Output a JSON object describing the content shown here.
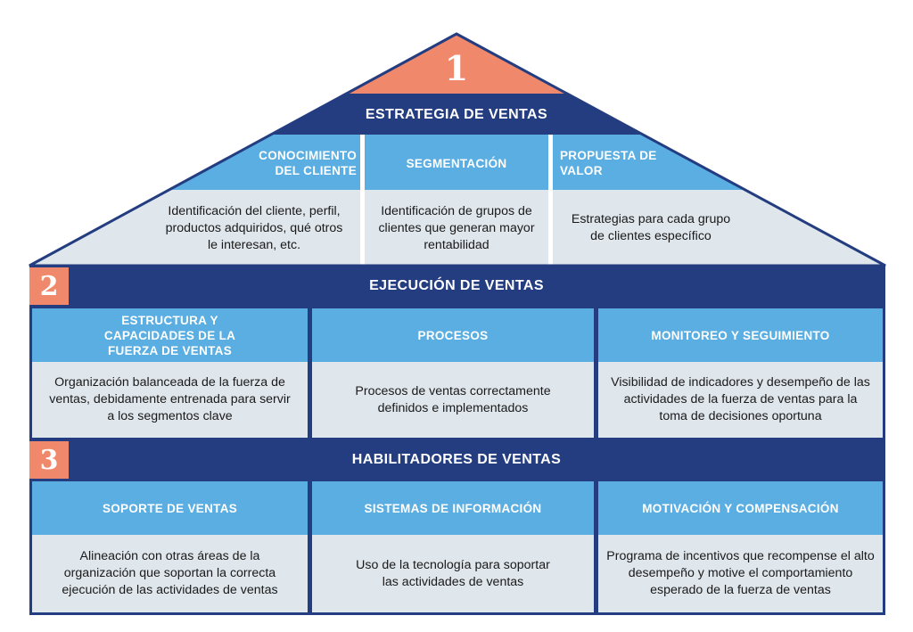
{
  "colors": {
    "dark_blue": "#233d80",
    "light_blue": "#5aaee2",
    "pale_blue": "#dfe6ec",
    "accent_salmon": "#f0896b"
  },
  "section1": {
    "number": "1",
    "title": "ESTRATEGIA DE VENTAS",
    "columns": [
      {
        "header": "CONOCIMIENTO DEL CLIENTE",
        "description": "Identificación del cliente, perfil, productos adquiridos, qué otros le interesan, etc."
      },
      {
        "header": "SEGMENTACIÓN",
        "description": "Identificación de grupos de clientes que generan mayor rentabilidad"
      },
      {
        "header": "PROPUESTA DE VALOR",
        "description": "Estrategias para cada grupo de clientes específico"
      }
    ]
  },
  "section2": {
    "number": "2",
    "title": "EJECUCIÓN DE VENTAS",
    "columns": [
      {
        "header": "ESTRUCTURA Y CAPACIDADES DE LA FUERZA DE VENTAS",
        "description": "Organización balanceada de la fuerza de ventas, debidamente entrenada para servir a los segmentos clave"
      },
      {
        "header": "PROCESOS",
        "description": "Procesos de ventas correctamente definidos e implementados"
      },
      {
        "header": "MONITOREO Y SEGUIMIENTO",
        "description": "Visibilidad de indicadores y desempeño de las actividades de la fuerza de ventas para la toma de decisiones oportuna"
      }
    ]
  },
  "section3": {
    "number": "3",
    "title": "HABILITADORES DE VENTAS",
    "columns": [
      {
        "header": "SOPORTE DE VENTAS",
        "description": "Alineación con otras áreas de la organización que soportan la correcta ejecución de las actividades de ventas"
      },
      {
        "header": "SISTEMAS DE INFORMACIÓN",
        "description": "Uso de la tecnología para soportar las actividades de ventas"
      },
      {
        "header": "MOTIVACIÓN Y COMPENSACIÓN",
        "description": "Programa de incentivos que recompense el alto desempeño y motive el comportamiento esperado de la fuerza de ventas"
      }
    ]
  }
}
